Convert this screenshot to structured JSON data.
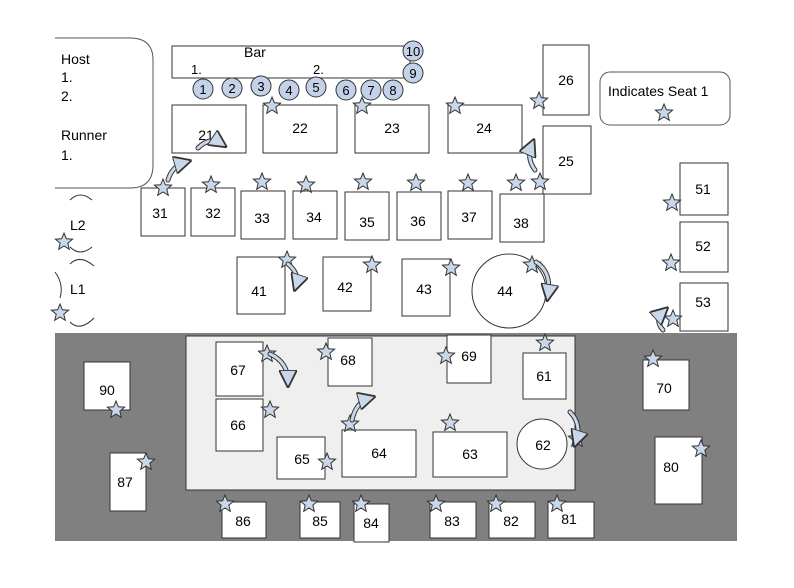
{
  "host_box": {
    "lines": [
      "Host",
      "1.",
      "2.",
      "",
      "Runner",
      "1."
    ]
  },
  "bar": {
    "label": "Bar",
    "spot1": "1.",
    "spot2": "2.",
    "stools": [
      "1",
      "2",
      "3",
      "4",
      "5",
      "6",
      "7",
      "8",
      "9",
      "10"
    ]
  },
  "legend": {
    "text": "Indicates Seat 1"
  },
  "lounge": [
    "L2",
    "L1"
  ],
  "tables": [
    "21",
    "22",
    "23",
    "24",
    "25",
    "26",
    "31",
    "32",
    "33",
    "34",
    "35",
    "36",
    "37",
    "38",
    "41",
    "42",
    "43",
    "44",
    "51",
    "52",
    "53",
    "61",
    "62",
    "63",
    "64",
    "65",
    "66",
    "67",
    "68",
    "69",
    "70",
    "80",
    "81",
    "82",
    "83",
    "84",
    "85",
    "86",
    "87",
    "90"
  ],
  "colors": {
    "patio": "#808080",
    "inner": "#efefef",
    "stool_fill": "#c3d2e8",
    "star_fill": "#c9d7ea",
    "stroke": "#333333"
  }
}
